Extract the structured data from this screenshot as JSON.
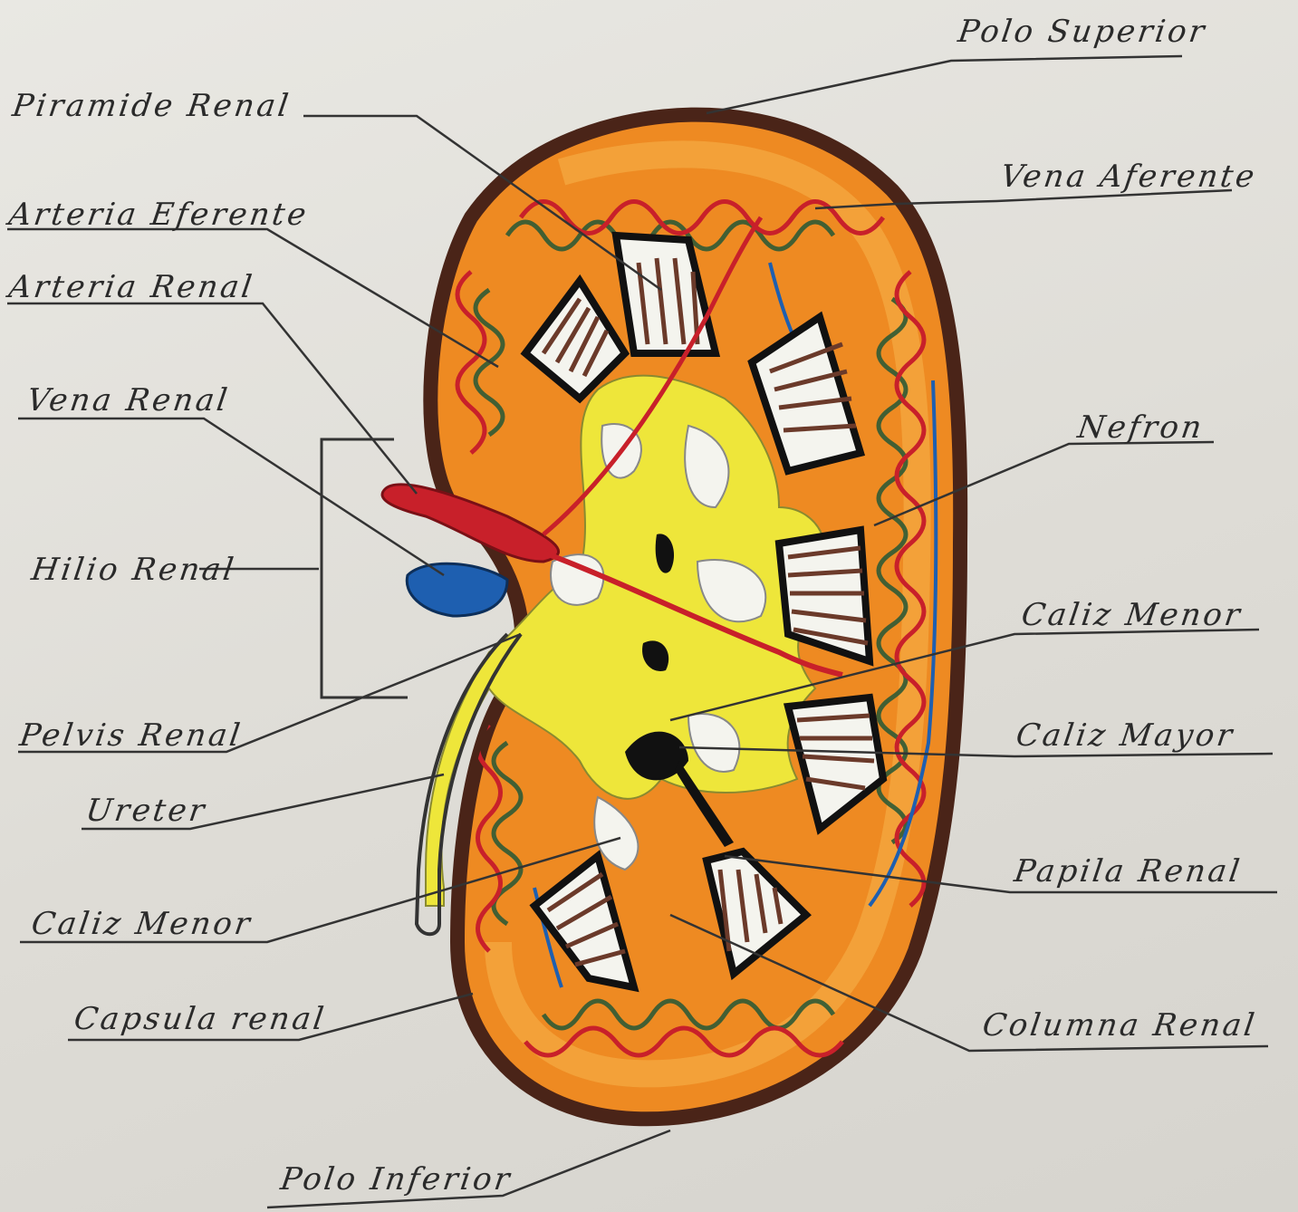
{
  "labels": {
    "polo_superior": "Polo Superior",
    "piramide_renal": "Piramide Renal",
    "vena_aferente": "Vena Aferente",
    "arteria_eferente": "Arteria Eferente",
    "arteria_renal": "Arteria Renal",
    "vena_renal": "Vena Renal",
    "nefron": "Nefron",
    "hilio_renal": "Hilio Renal",
    "caliz_menor_right": "Caliz Menor",
    "pelvis_renal": "Pelvis Renal",
    "caliz_mayor": "Caliz Mayor",
    "ureter": "Ureter",
    "papila_renal": "Papila Renal",
    "caliz_menor_left": "Caliz Menor",
    "capsula_renal": "Capsula renal",
    "columna_renal": "Columna Renal",
    "polo_inferior": "Polo Inferior"
  },
  "colors": {
    "capsule": "#4a2418",
    "cortex": "#ee8a22",
    "artery": "#c8202a",
    "vein": "#1e5fb0",
    "nephron_green": "#2f5a35",
    "pelvis": "#eee63a",
    "pyramid": "#6b3a2a",
    "ink": "#2a2a2a"
  }
}
